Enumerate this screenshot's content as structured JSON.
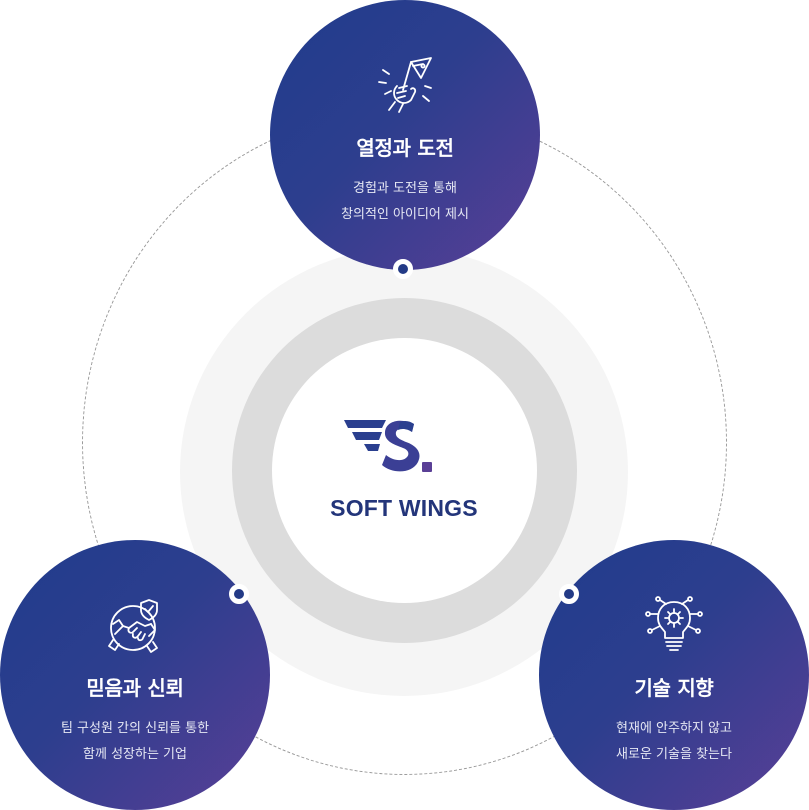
{
  "brand": {
    "name": "SOFT WINGS",
    "logo_icon": "soft-wings-logo",
    "colors": {
      "primary": "#23357a",
      "accent": "#5a3f96"
    }
  },
  "values": [
    {
      "id": "passion",
      "icon": "flag-hand-icon",
      "title": "열정과 도전",
      "desc_lines": [
        "경험과 도전을 통해",
        "창의적인 아이디어 제시"
      ]
    },
    {
      "id": "trust",
      "icon": "handshake-shield-icon",
      "title": "믿음과 신뢰",
      "desc_lines": [
        "팀 구성원 간의 신뢰를 통한",
        "함께 성장하는 기업"
      ]
    },
    {
      "id": "tech",
      "icon": "lightbulb-gear-icon",
      "title": "기술 지향",
      "desc_lines": [
        "현재에 안주하지 않고",
        "새로운 기술을 찾는다"
      ]
    }
  ]
}
